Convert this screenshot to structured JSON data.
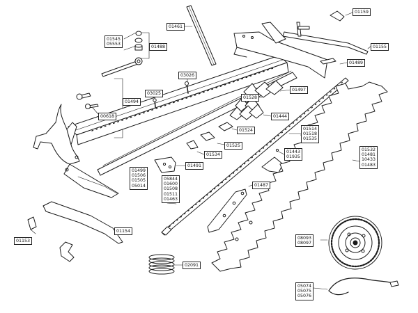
{
  "diagram": {
    "labels": {
      "l01159": "01159",
      "l01461": "01461",
      "l01545_05553": "01545\n05553",
      "l01488": "01488",
      "l01155": "01155",
      "l01489": "01489",
      "l03026": "03026",
      "l03025": "03025",
      "l01494": "01494",
      "l00618": "00618",
      "l01497": "01497",
      "l01528": "01528",
      "l01444": "01444",
      "l01524": "01524",
      "l01525": "01525",
      "l01534": "01534",
      "l01491": "01491",
      "l01514_group": "01514\n01518\n01535",
      "l01443_group": "01443\n01935",
      "l01532_group": "01532\n01481\n10433\n01483",
      "l01499_group": "01499\n01506\n01505\n05014",
      "l05844_group": "05844\n01600\n01508\n01511\n01463",
      "l01487": "01487",
      "l01153": "01153",
      "l01154": "01154",
      "l08093_group": "08093\n08097",
      "l02091": "02091",
      "l05074_group": "05074\n05075\n05076"
    }
  }
}
